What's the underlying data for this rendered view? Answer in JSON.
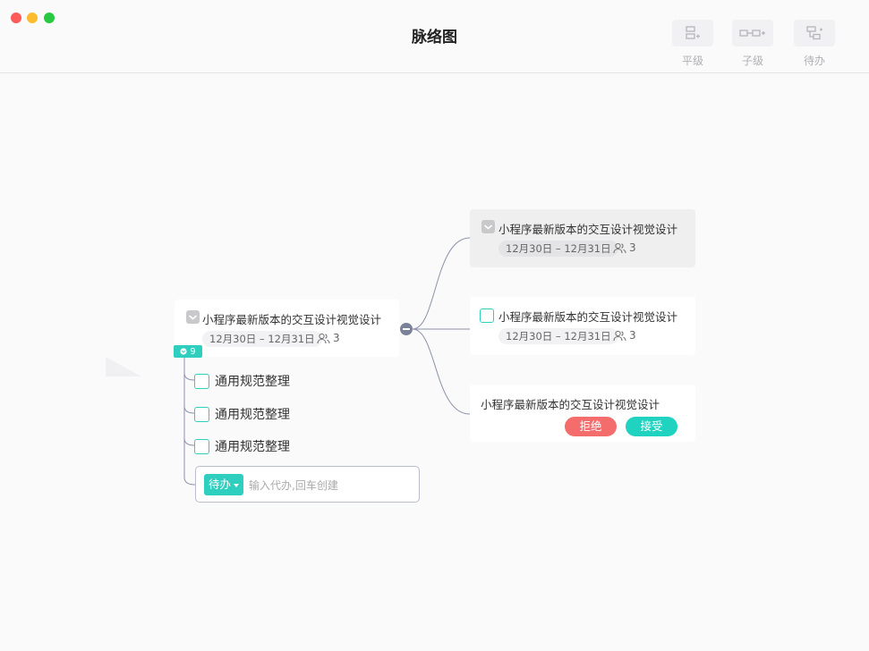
{
  "window": {
    "title": "脉络图"
  },
  "toolbar": [
    {
      "label": "平级",
      "icon": "sibling-node-icon"
    },
    {
      "label": "子级",
      "icon": "child-node-icon"
    },
    {
      "label": "待办",
      "icon": "todo-node-icon"
    }
  ],
  "root": {
    "title": "小程序最新版本的交互设计视觉设计",
    "date": "12月30日 – 12月31日",
    "people": "3",
    "done": true,
    "badge": "9"
  },
  "subtasks": [
    {
      "label": "通用规范整理"
    },
    {
      "label": "通用规范整理"
    },
    {
      "label": "通用规范整理"
    }
  ],
  "todo_input": {
    "button": "待办",
    "placeholder": "输入代办,回车创建"
  },
  "branches": [
    {
      "title": "小程序最新版本的交互设计视觉设计",
      "date": "12月30日 – 12月31日",
      "people": "3",
      "state": "done"
    },
    {
      "title": "小程序最新版本的交互设计视觉设计",
      "date": "12月30日 – 12月31日",
      "people": "3",
      "state": "todo"
    },
    {
      "title": "小程序最新版本的交互设计视觉设计",
      "reject": "拒绝",
      "accept": "接受",
      "state": "invite"
    }
  ],
  "colors": {
    "accent": "#2fcfc0",
    "reject": "#f46c6c",
    "connector": "#8c92a8"
  }
}
